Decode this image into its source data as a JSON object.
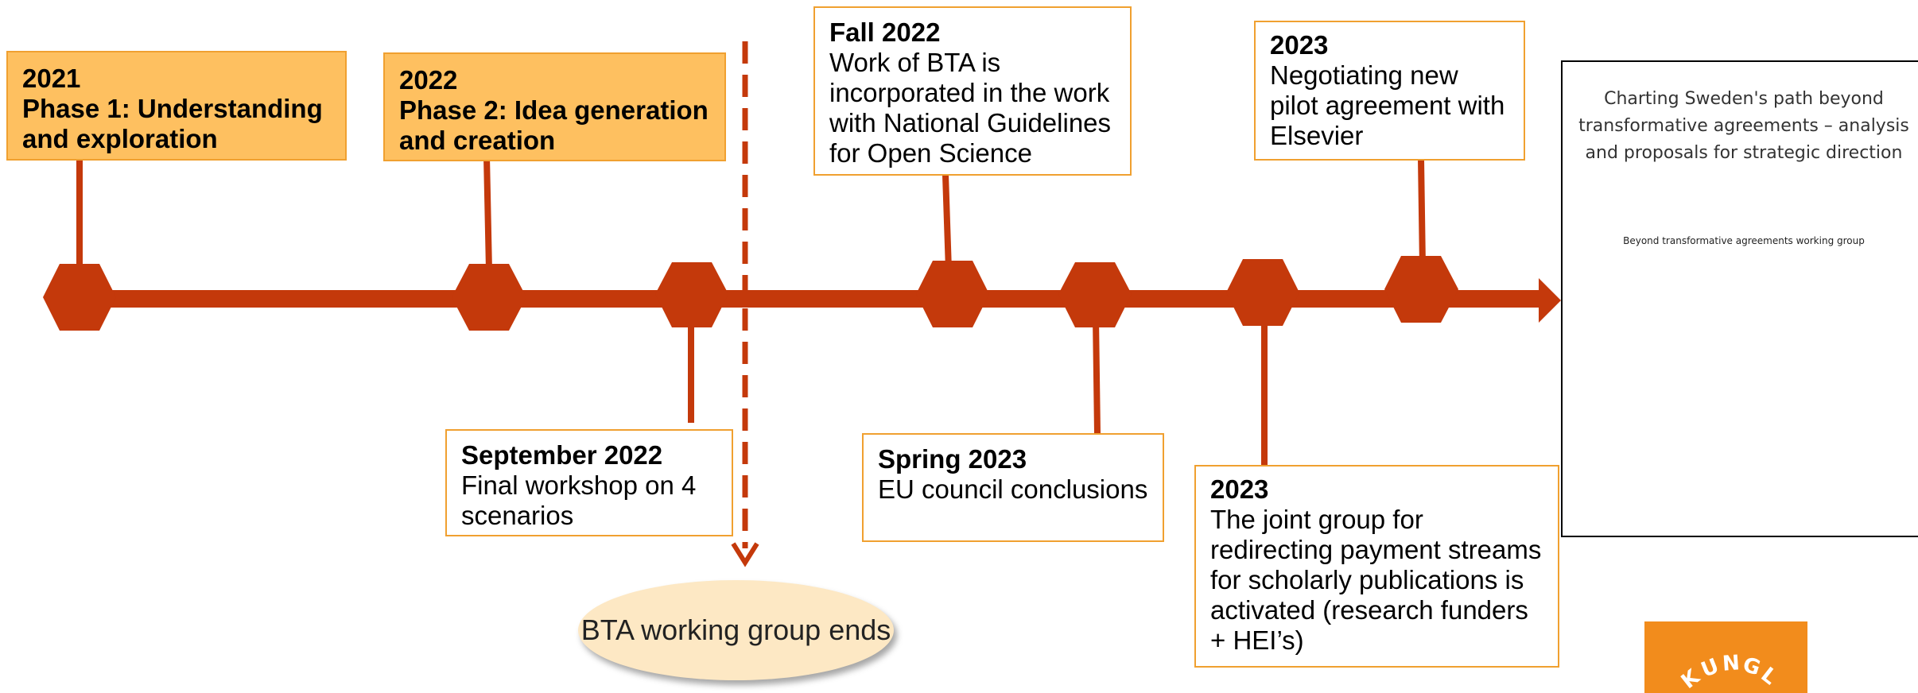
{
  "colors": {
    "line": "#c4390b",
    "box_border": "#f0a030",
    "box_fill": "#fec060",
    "ellipse_fill": "#fde8c4"
  },
  "phases": [
    {
      "date": "2021",
      "desc": "Phase 1: Understanding and exploration"
    },
    {
      "date": "2022",
      "desc": "Phase 2: Idea generation and creation"
    }
  ],
  "events": [
    {
      "date": "Fall 2022",
      "desc": "Work of BTA is incorporated in the work with National Guidelines for Open Science"
    },
    {
      "date": "2023",
      "desc": "Negotiating new pilot agreement with Elsevier"
    },
    {
      "date": "September 2022",
      "desc": "Final workshop on 4 scenarios"
    },
    {
      "date": "Spring 2023",
      "desc": "EU council conclusions"
    },
    {
      "date": "2023",
      "desc": "The joint group for redirecting payment streams for scholarly publications is activated (research funders + HEI’s)"
    }
  ],
  "ends_label": "BTA working group ends",
  "report": {
    "title": "Charting Sweden's path beyond transformative agreements – analysis and proposals for strategic direction",
    "subtitle": "Beyond transformative agreements working group"
  },
  "logo_text": "KUNGL"
}
